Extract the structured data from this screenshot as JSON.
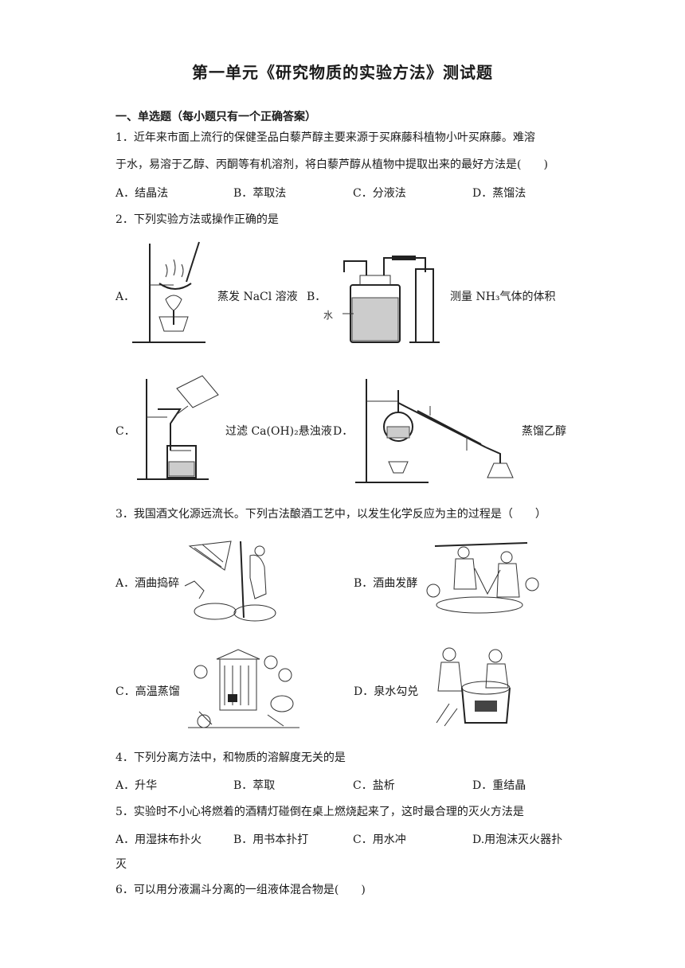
{
  "title": "第一单元《研究物质的实验方法》测试题",
  "section": "一、单选题（每小题只有一个正确答案）",
  "q1": {
    "line1": "1．近年来市面上流行的保健圣品白藜芦醇主要来源于买麻藤科植物小叶买麻藤。难溶",
    "line2": "于水，易溶于乙醇、丙酮等有机溶剂，将白藜芦醇从植物中提取出来的最好方法是(　　)",
    "options": [
      "A．结晶法",
      "B．萃取法",
      "C．分液法",
      "D．蒸馏法"
    ]
  },
  "q2": {
    "stem": "2．下列实验方法或操作正确的是",
    "a_letter": "A．",
    "a_label": "蒸发 NaCl 溶液",
    "b_letter": "B．",
    "b_label": "测量 NH₃气体的体积",
    "b_water": "水",
    "c_letter": "C．",
    "c_label": "过滤 Ca(OH)₂悬浊液",
    "d_letter": "D．",
    "d_label": "蒸馏乙醇"
  },
  "q3": {
    "stem": "3．我国酒文化源远流长。下列古法酿酒工艺中，以发生化学反应为主的过程是（　　）",
    "options": [
      "A．酒曲捣碎",
      "B．酒曲发酵",
      "C．高温蒸馏",
      "D．泉水勾兑"
    ]
  },
  "q4": {
    "stem": "4．下列分离方法中，和物质的溶解度无关的是",
    "options": [
      "A．升华",
      "B．萃取",
      "C．盐析",
      "D．重结晶"
    ]
  },
  "q5": {
    "stem": "5．实验时不小心将燃着的酒精灯碰倒在桌上燃烧起来了，这时最合理的灭火方法是",
    "options": [
      "A．用湿抹布扑火",
      "B．用书本扑打",
      "C．用水冲",
      "D.用泡沫灭火器扑"
    ],
    "wrap": "灭"
  },
  "q6": {
    "stem": "6．可以用分液漏斗分离的一组液体混合物是(　　)"
  }
}
